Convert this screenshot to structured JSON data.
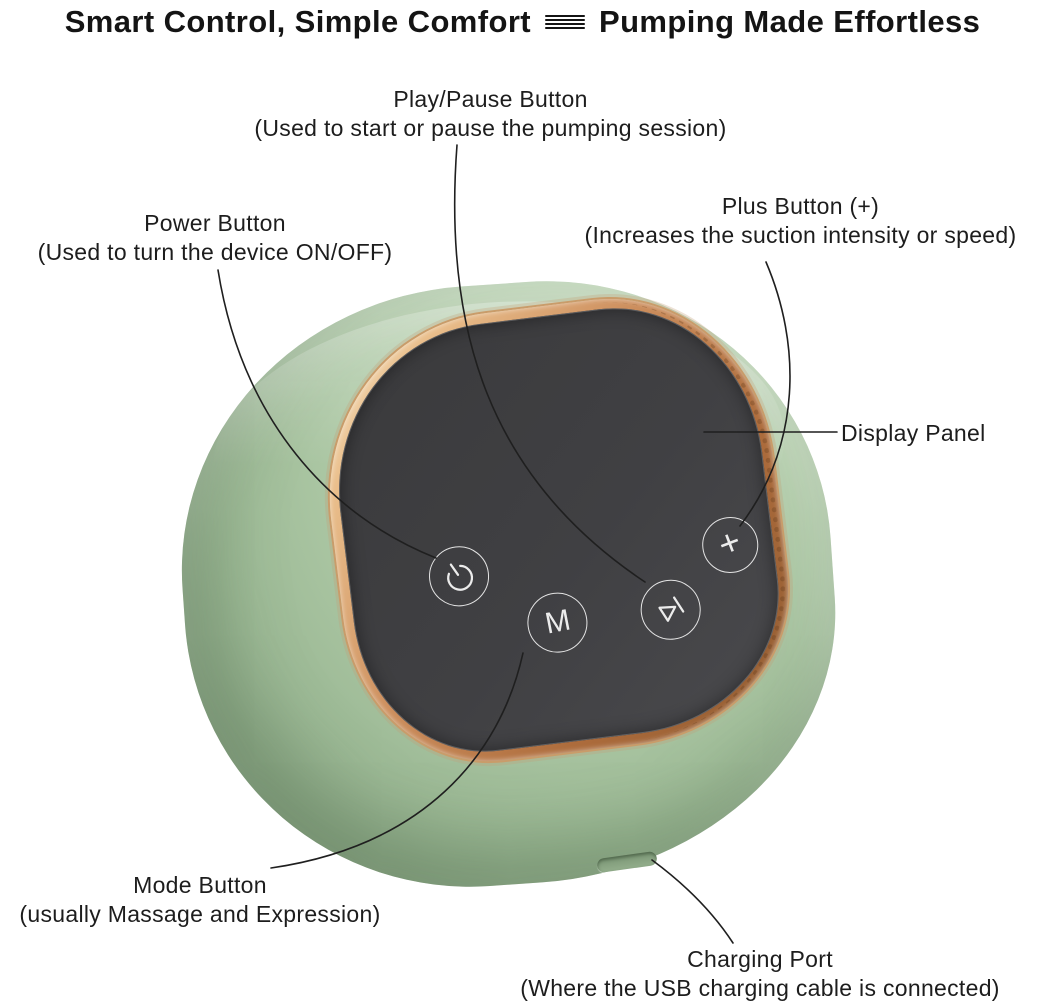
{
  "title": {
    "left": "Smart Control, Simple Comfort",
    "right": "Pumping Made Effortless",
    "separator_icon": "four-line-dash"
  },
  "callouts": {
    "play_pause": {
      "label": "Play/Pause Button",
      "description": "(Used to start or pause the pumping session)"
    },
    "power": {
      "label": "Power Button",
      "description": "(Used to turn the device ON/OFF)"
    },
    "plus": {
      "label": "Plus Button (+)",
      "description": "(Increases the suction intensity or speed)"
    },
    "display": {
      "label": "Display Panel"
    },
    "mode": {
      "label": "Mode Button",
      "description": "(usually Massage and Expression)"
    },
    "charging": {
      "label": "Charging Port",
      "description": "(Where the USB charging cable is connected)"
    }
  },
  "device": {
    "type": "wearable breast pump control unit",
    "touch_buttons": [
      {
        "id": "power",
        "icon": "power-icon"
      },
      {
        "id": "mode",
        "glyph": "M"
      },
      {
        "id": "play_pause",
        "icon": "play-pause-icon"
      },
      {
        "id": "plus",
        "glyph": "+"
      }
    ],
    "mode_glyph": "M",
    "plus_glyph": "+",
    "colors": {
      "body_green": "#9ab794",
      "body_highlight": "#c6dcbe",
      "body_shadow": "#7e9a78",
      "panel_dark": "#3e3e40",
      "bezel_copper": "#cd8f5e",
      "bezel_highlight": "#f8ecd2",
      "button_outline": "#ececec",
      "text": "#1d1d1d",
      "background": "#ffffff"
    }
  }
}
